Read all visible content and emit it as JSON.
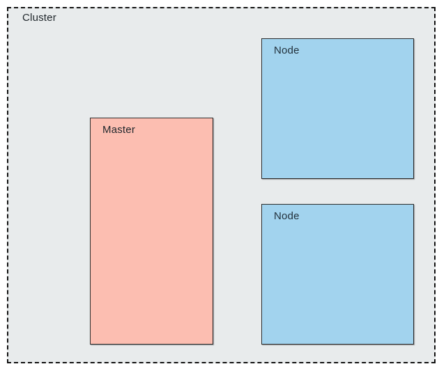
{
  "colors": {
    "page_bg": "#ffffff",
    "cluster_fill": "#e8ebec",
    "cluster_border": "#111111",
    "master_fill": "#fcbeb1",
    "node_fill": "#a2d3ee",
    "box_border": "#2b2b2b",
    "label_text": "#1f262b",
    "node_text": "#22313c"
  },
  "cluster": {
    "label": "Cluster"
  },
  "master": {
    "label": "Master"
  },
  "nodes": [
    {
      "label": "Node"
    },
    {
      "label": "Node"
    }
  ]
}
